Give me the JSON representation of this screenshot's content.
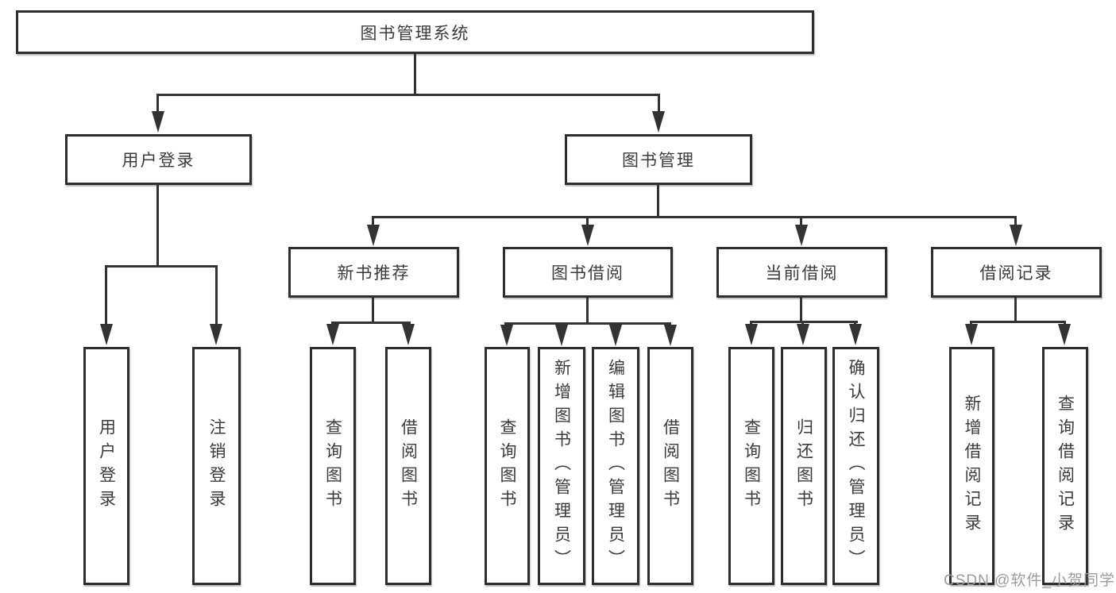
{
  "diagram_title": "图书管理系统",
  "nodes": {
    "root": "图书管理系统",
    "branches": [
      "用户登录",
      "图书管理"
    ],
    "sections": [
      "新书推荐",
      "图书借阅",
      "当前借阅",
      "借阅记录"
    ],
    "leaves": [
      "用户登录",
      "注销登录",
      "查询图书",
      "借阅图书",
      "查询图书",
      "新增图书（管理员）",
      "编辑图书（管理员）",
      "借阅图书",
      "查询图书",
      "归还图书",
      "确认归还（管理员）",
      "新增借阅记录",
      "查询借阅记录"
    ]
  },
  "watermark": "CSDN @软件_小贺同学",
  "colors": {
    "line": "#333333",
    "text": "#3b3b3b",
    "background": "#ffffff",
    "watermark": "#9c9c9c"
  }
}
